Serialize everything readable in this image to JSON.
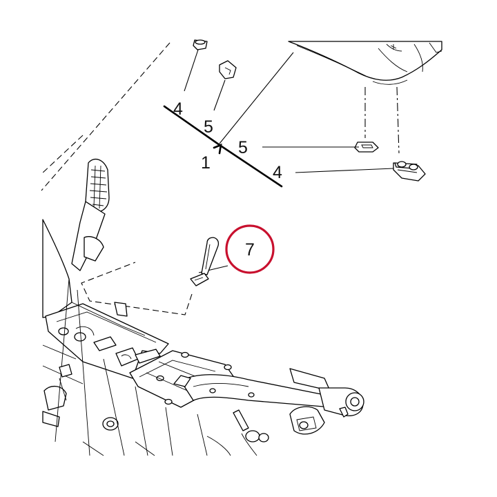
{
  "colors": {
    "line": "#000000",
    "highlight": "#c8102e",
    "background": "#ffffff"
  },
  "callouts": {
    "seat_screw_top": "4",
    "clip_top": "5",
    "seat_ref": "1",
    "clip_right": "5",
    "seat_screw_right": "4",
    "seat_strap": "7"
  },
  "highlighted_callout": "7"
}
